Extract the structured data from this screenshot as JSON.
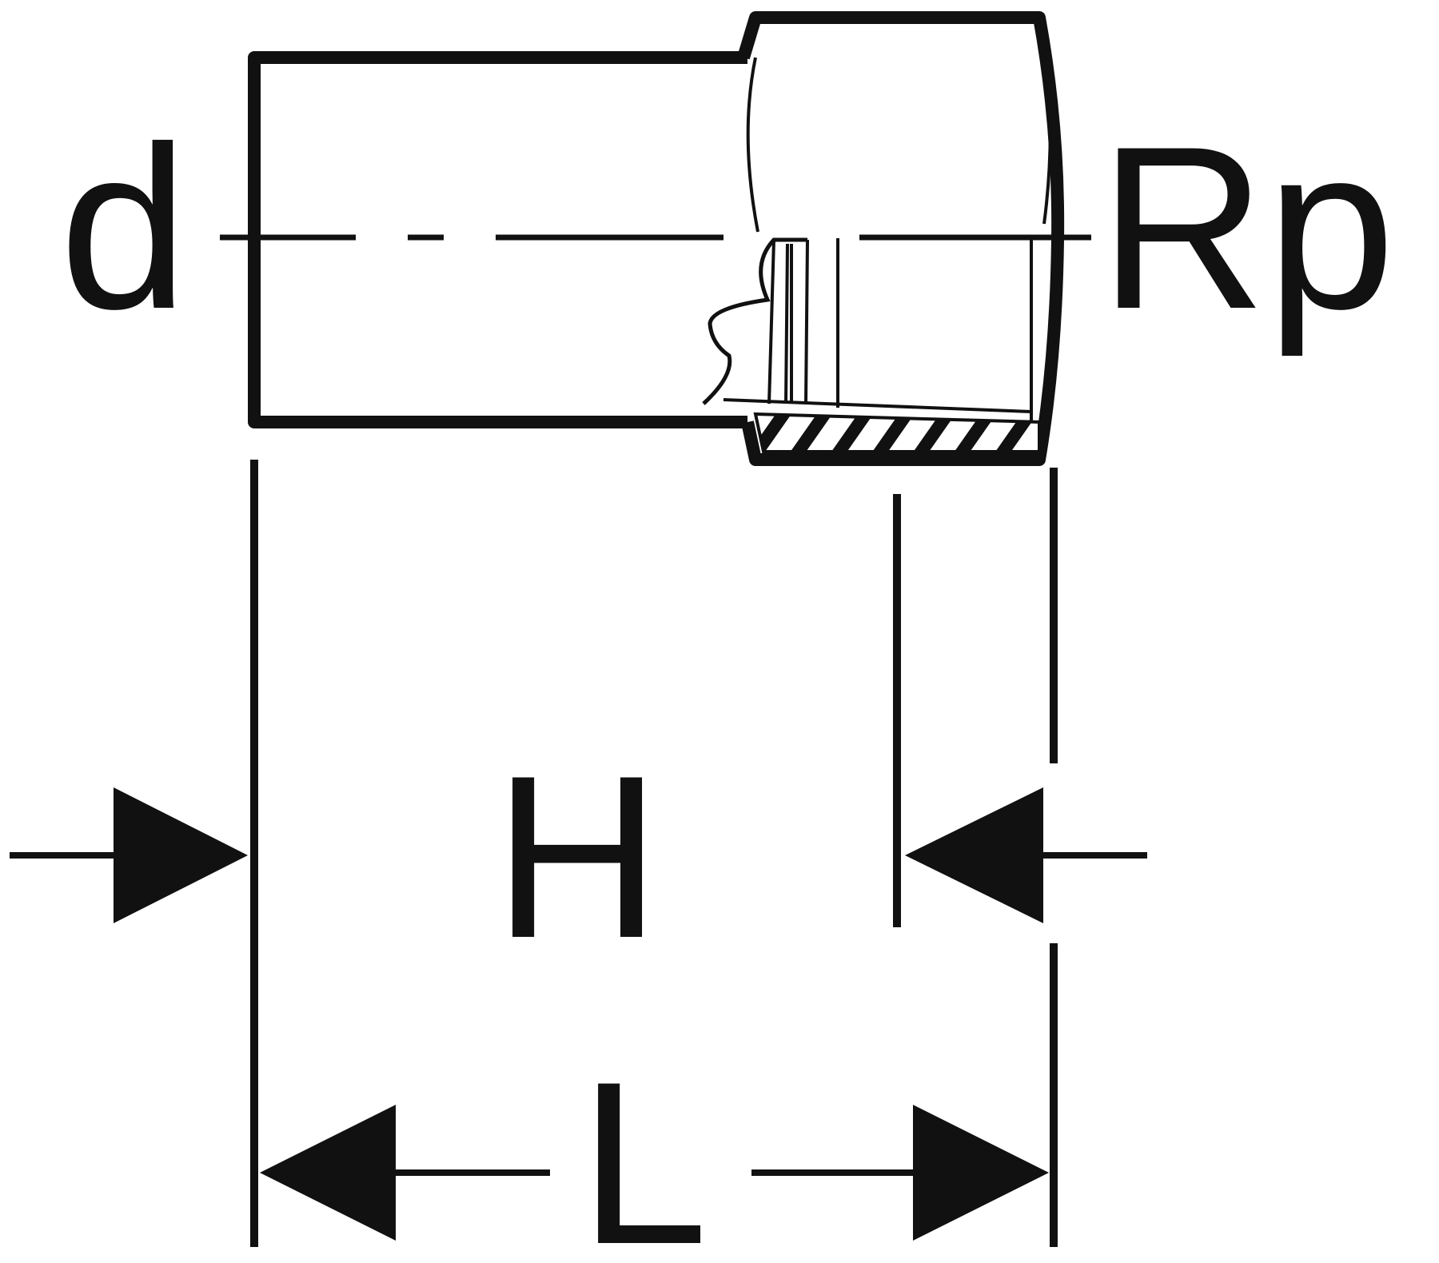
{
  "diagram": {
    "labels": {
      "pipe_diameter": "d",
      "thread": "Rp",
      "insertion_depth": "H",
      "overall_length": "L"
    },
    "colors": {
      "stroke": "#111111",
      "background": "#ffffff"
    }
  }
}
